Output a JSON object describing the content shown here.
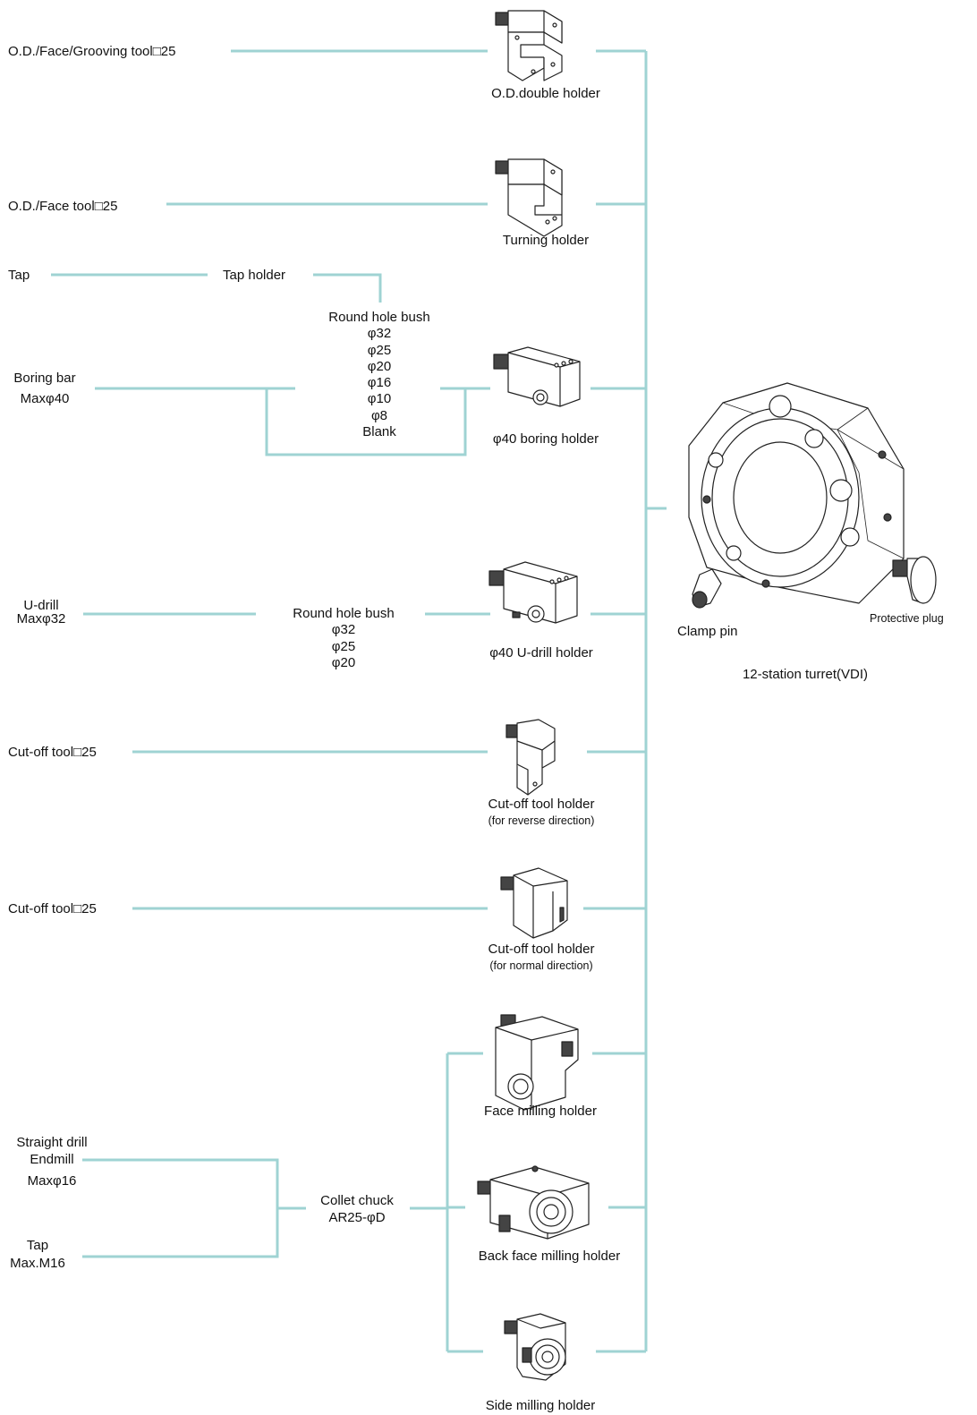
{
  "left_items": {
    "od_face_grooving_tool": "O.D./Face/Grooving tool□25",
    "od_face_tool": "O.D./Face tool□25",
    "tap": "Tap",
    "tap_holder": "Tap holder",
    "boring_bar_line1": "Boring bar",
    "boring_bar_line2": "Maxφ40",
    "udrill_line1": "U-drill",
    "udrill_line2": "Maxφ32",
    "cutoff_tool_1": "Cut-off tool□25",
    "cutoff_tool_2": "Cut-off tool□25",
    "straight_drill": "Straight drill",
    "endmill": "Endmill",
    "max16": "Maxφ16",
    "tap2": "Tap",
    "max_m16": "Max.M16"
  },
  "bushes": {
    "boring": [
      "Round hole bush",
      "φ32",
      "φ25",
      "φ20",
      "φ16",
      "φ10",
      "φ8",
      "Blank"
    ],
    "udrill": [
      "Round hole bush",
      "φ32",
      "φ25",
      "φ20"
    ]
  },
  "collet": {
    "line1": "Collet chuck",
    "line2": "AR25-φD"
  },
  "holders": {
    "od_double": "O.D.double holder",
    "turning": "Turning holder",
    "boring": "φ40 boring holder",
    "udrill": "φ40 U-drill holder",
    "cutoff_reverse": "Cut-off tool holder",
    "cutoff_reverse_sub": "(for reverse direction)",
    "cutoff_normal": "Cut-off tool holder",
    "cutoff_normal_sub": "(for normal direction)",
    "face_milling": "Face milling holder",
    "back_face_milling": "Back face milling holder",
    "side_milling": "Side milling holder"
  },
  "turret": {
    "clamp_pin": "Clamp pin",
    "protective_plug": "Protective plug",
    "title": "12-station turret(VDI)"
  },
  "colors": {
    "connector": "#9fd3d3",
    "text": "#111111"
  }
}
